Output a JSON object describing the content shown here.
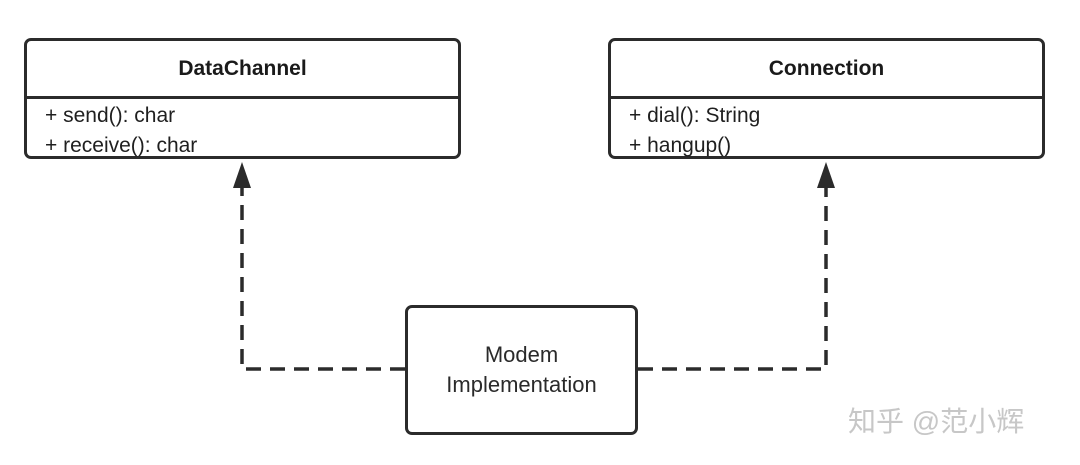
{
  "diagram": {
    "classes": [
      {
        "id": "datachannel",
        "name": "DataChannel",
        "members": [
          "+ send(): char",
          "+ receive(): char"
        ]
      },
      {
        "id": "connection",
        "name": "Connection",
        "members": [
          "+ dial(): String",
          "+ hangup()"
        ]
      }
    ],
    "implementation": {
      "lines": [
        "Modem",
        "Implementation"
      ]
    },
    "relations": [
      {
        "from": "Modem Implementation",
        "to": "DataChannel",
        "type": "realization"
      },
      {
        "from": "Modem Implementation",
        "to": "Connection",
        "type": "realization"
      }
    ],
    "colors": {
      "stroke": "#2b2b2b",
      "text": "#1f1f1f",
      "watermark": "#c7c7c7"
    }
  },
  "watermark": {
    "text": "知乎 @范小辉"
  }
}
